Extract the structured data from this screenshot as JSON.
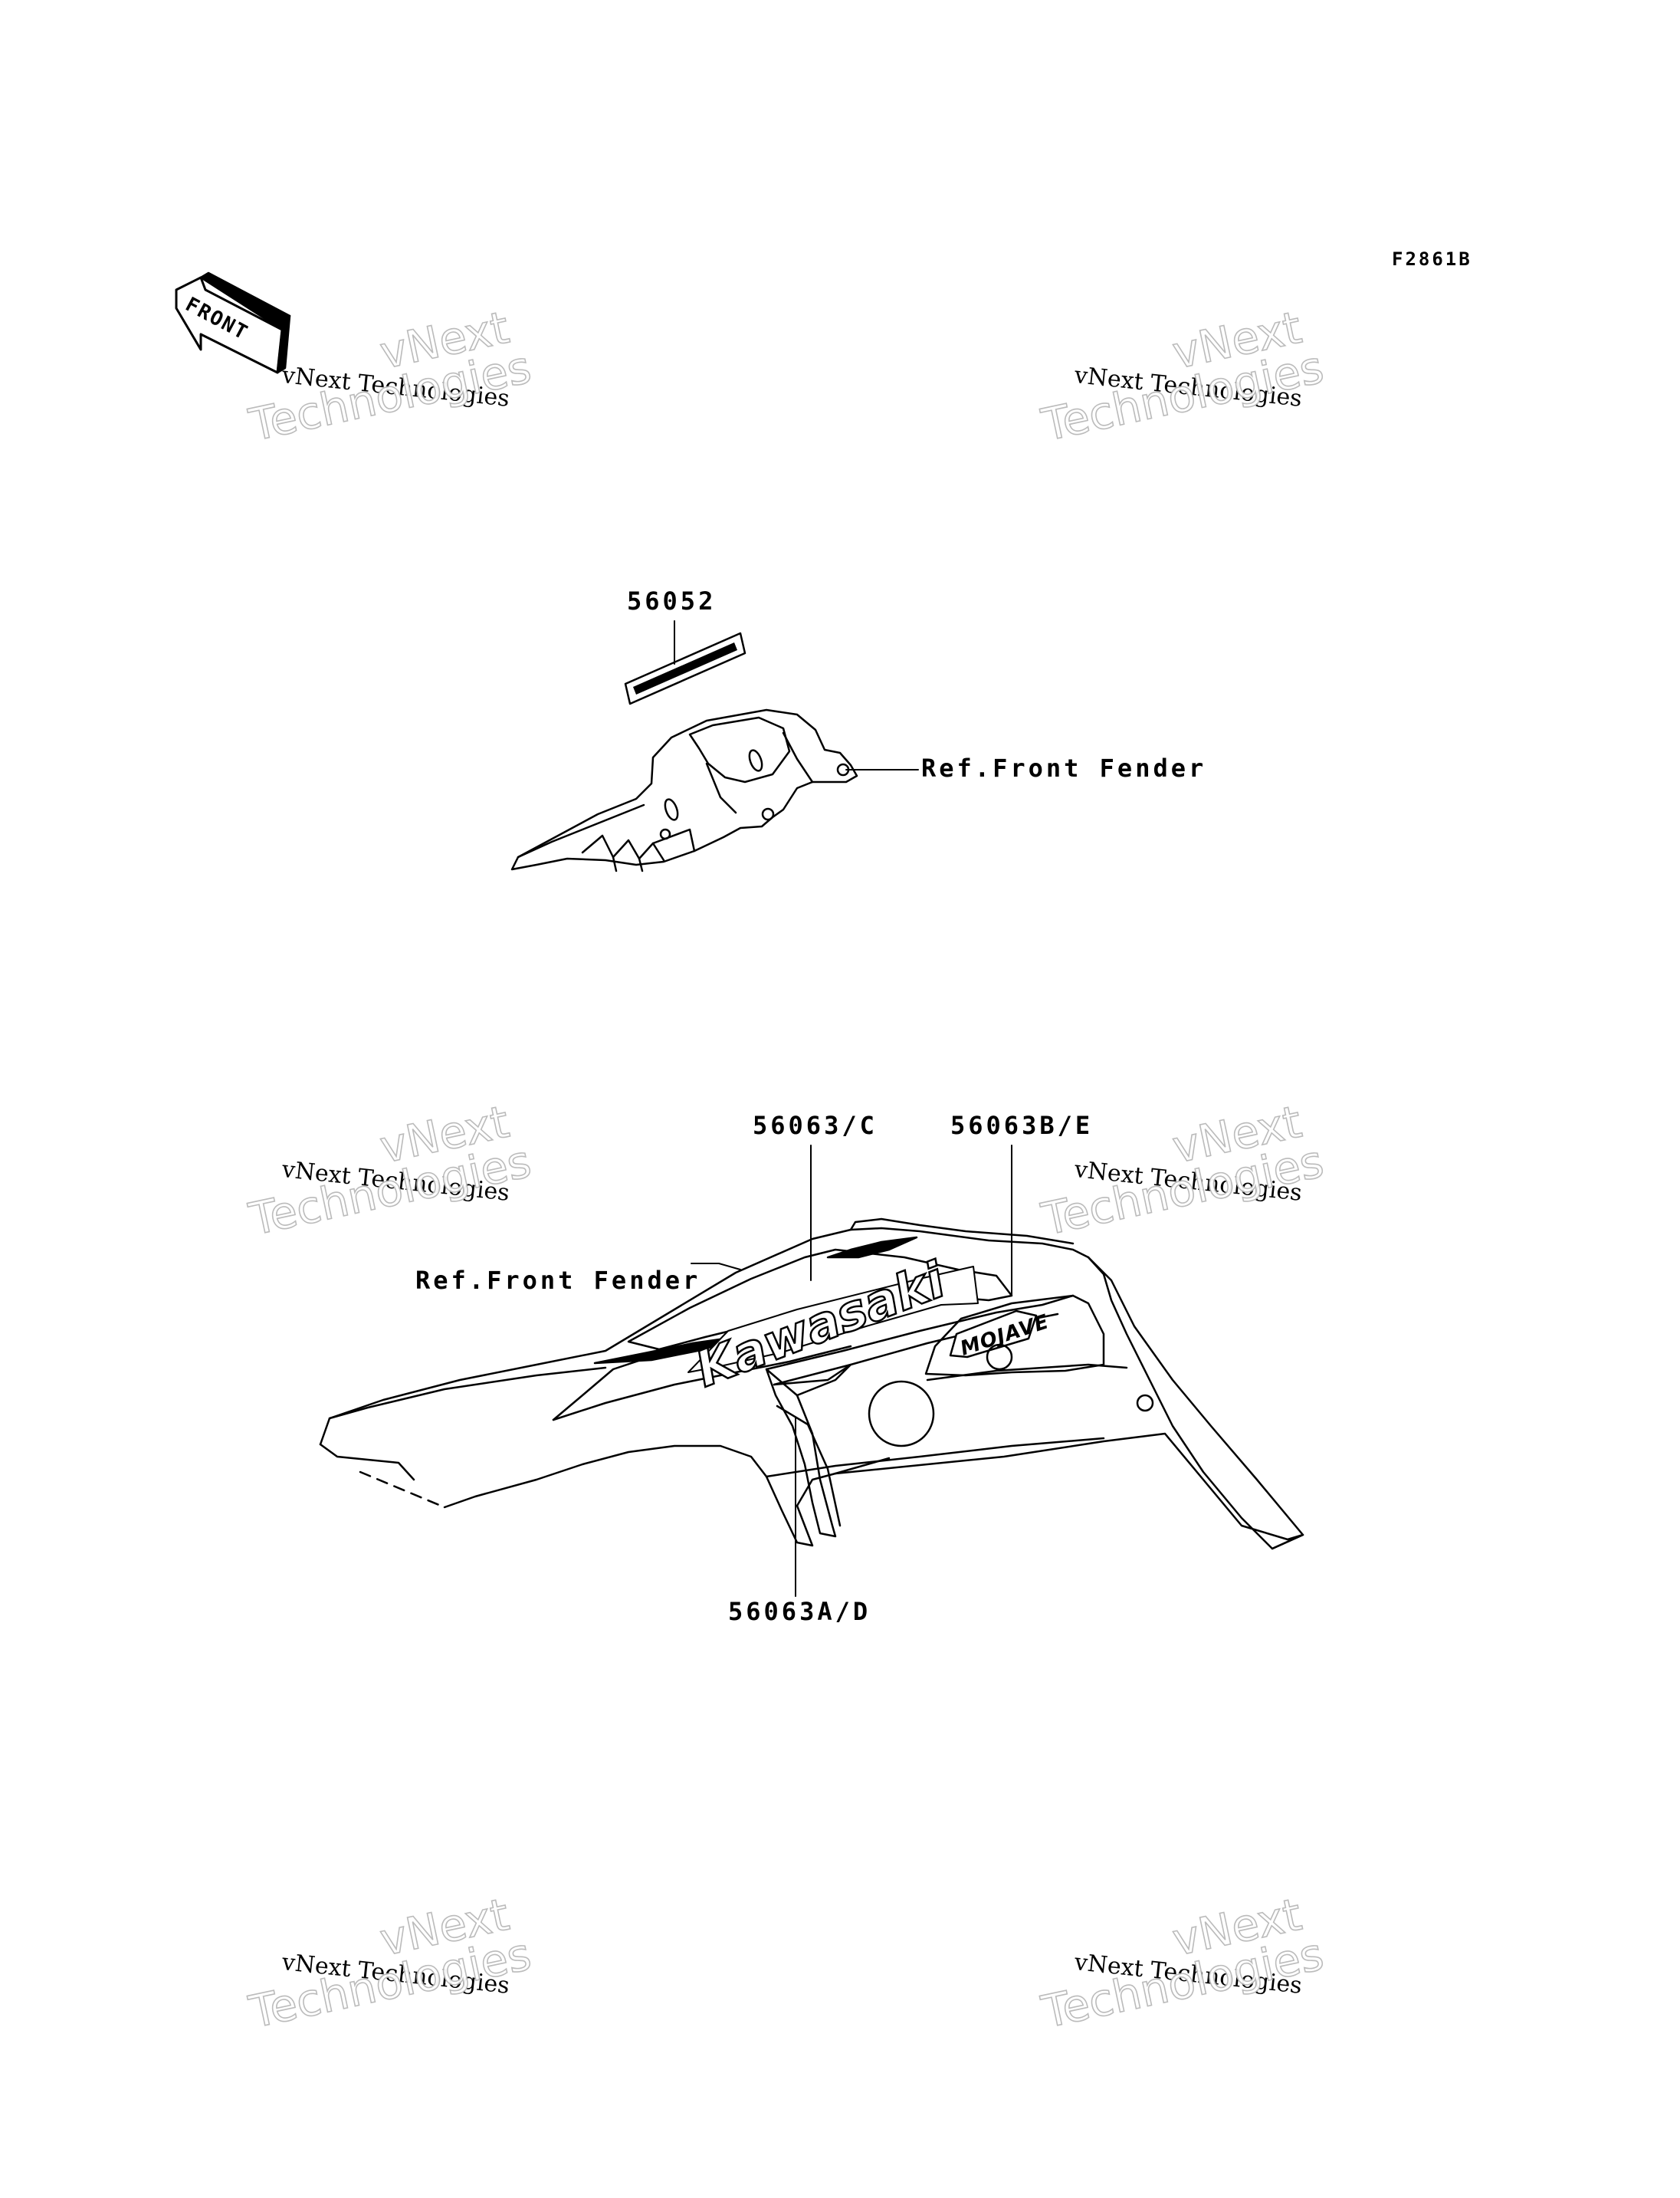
{
  "figure_code": "F2861B",
  "front_arrow_label": "FRONT",
  "watermark": {
    "line_small": "vNext Technologies",
    "line_big_1": "vNext",
    "line_big_2": "Technologies"
  },
  "callouts": {
    "upper_part": "56052",
    "upper_ref": "Ref.Front Fender",
    "lower_part_c": "56063/C",
    "lower_part_be": "56063B/E",
    "lower_ref": "Ref.Front Fender",
    "lower_part_ad": "56063A/D"
  },
  "decals": {
    "brand": "Kawasaki",
    "model": "MOJAVE"
  }
}
